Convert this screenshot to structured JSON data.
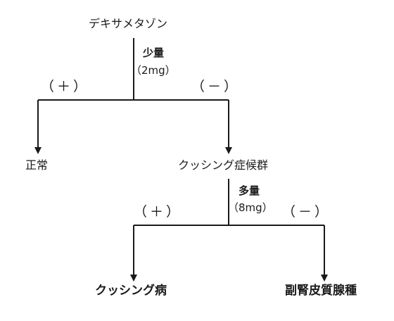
{
  "root": "デキサメタゾン",
  "step1": {
    "dose_label": "少量",
    "dose_amount": "（2mg）",
    "positive_sign": "（＋）",
    "negative_sign": "（－）",
    "positive_result": "正常",
    "negative_result": "クッシング症候群"
  },
  "step2": {
    "dose_label": "多量",
    "dose_amount": "（8mg）",
    "positive_sign": "（＋）",
    "negative_sign": "（－）",
    "positive_result": "クッシング病",
    "negative_result": "副腎皮質腺種"
  }
}
